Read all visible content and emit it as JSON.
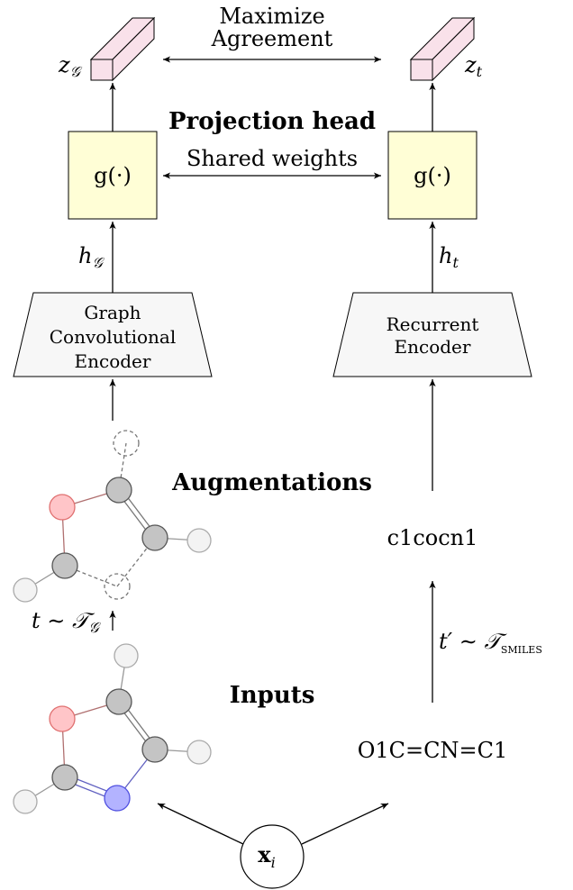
{
  "agreement": {
    "line1": "Maximize",
    "line2": "Agreement"
  },
  "projection_head": {
    "title": "Projection head",
    "shared": "Shared weights",
    "g_left": "g(·)",
    "g_right": "g(·)"
  },
  "embeddings": {
    "z_left": "z",
    "z_left_sub": "𝒢",
    "z_right": "z",
    "z_right_sub": "t"
  },
  "hidden": {
    "h_left": "h",
    "h_left_sub": "𝒢",
    "h_right": "h",
    "h_right_sub": "t"
  },
  "encoders": {
    "graph": {
      "line1": "Graph",
      "line2": "Convolutional",
      "line3": "Encoder"
    },
    "recurrent": {
      "line1": "Recurrent",
      "line2": "Encoder"
    }
  },
  "augmentations": {
    "title": "Augmentations",
    "smiles_aug": "c1cocn1"
  },
  "transforms": {
    "graph": "t ∼ 𝒯",
    "graph_sub": "𝒢",
    "smiles": "t′ ∼ 𝒯",
    "smiles_sub": "SMILES"
  },
  "inputs": {
    "title": "Inputs",
    "smiles": "O1C=CN=C1",
    "x": "x",
    "x_sub": "i"
  },
  "colors": {
    "cube_fill": "#f9e1ea",
    "g_box_fill": "#fffed6",
    "encoder_fill": "#f7f7f7",
    "carbon": "#c4c4c4",
    "oxygen": "#ffc5c8",
    "nitrogen": "#b3b3ff",
    "hydrogen": "#f3f3f3"
  }
}
